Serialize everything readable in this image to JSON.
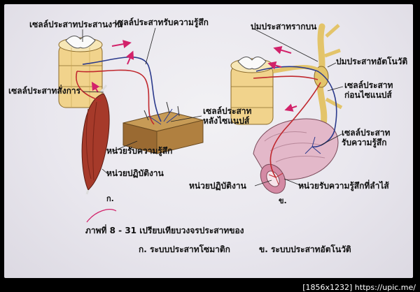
{
  "labels": {
    "interneuron": "เซลล์ประสาทประสานงาน",
    "motor_neuron": "เซลล์ประสาทสั่งการ",
    "sensory_neuron_a": "เซลล์ประสาทรับความรู้สึก",
    "receptor_a": "หน่วยรับความรู้สึก",
    "effector_a": "หน่วยปฏิบัติงาน",
    "panel_a": "ก.",
    "dorsal_root": "ปมประสาทรากบน",
    "autonomic_ganglion": "ปมประสาทอัตโนวัติ",
    "preganglionic_line1": "เซลล์ประสาท",
    "preganglionic_line2": "ก่อนไซแนปส์",
    "postganglionic_line1": "เซลล์ประสาท",
    "postganglionic_line2": "หลังไซแนปส์",
    "sensory_b_line1": "เซลล์ประสาท",
    "sensory_b_line2": "รับความรู้สึก",
    "effector_b": "หน่วยปฏิบัติงาน",
    "receptor_b": "หน่วยรับความรู้สึกที่ลำไส้",
    "panel_b": "ข."
  },
  "caption": {
    "title": "ภาพที่ 8 - 31 เปรียบเทียบวงจรประสาทของ",
    "part_a": "ก. ระบบประสาทโซมาติก",
    "part_b": "ข. ระบบประสาทอัตโนวัติ"
  },
  "footer": {
    "image_info": "[1856x1232] https://upic.me/"
  },
  "colors": {
    "motor_path": "#c0282e",
    "sensory_path": "#2b3a8c",
    "arrow": "#d2226a",
    "ganglion": "#e3c46a",
    "spinal_cord": "#f1d38c",
    "muscle": "#a63a2a",
    "intestine": "#e3b8c9"
  }
}
